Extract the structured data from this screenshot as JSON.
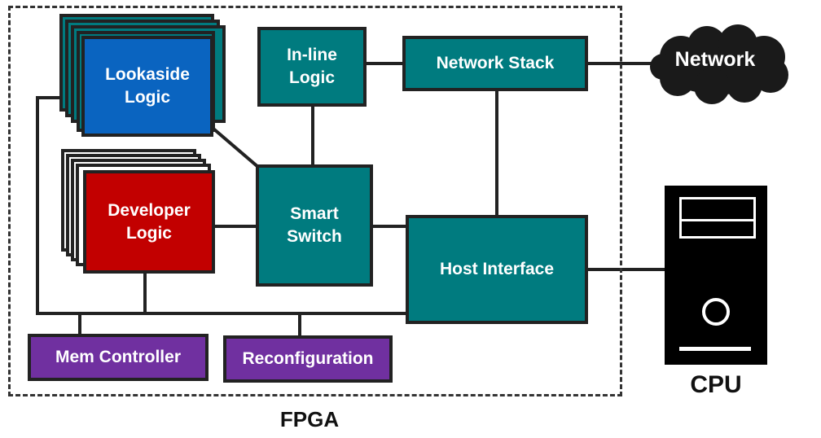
{
  "blocks": {
    "lookaside": "Lookaside\nLogic",
    "developer": "Developer\nLogic",
    "inline": "In-line\nLogic",
    "network_stack": "Network Stack",
    "smart_switch": "Smart\nSwitch",
    "host_interface": "Host Interface",
    "mem_controller": "Mem Controller",
    "reconfiguration": "Reconfiguration"
  },
  "external": {
    "network": "Network",
    "cpu": "CPU"
  },
  "region_label": "FPGA",
  "colors": {
    "teal": "#007b7f",
    "blue": "#0a64c0",
    "red": "#c20000",
    "purple": "#7030a0",
    "dark": "#222222"
  },
  "icons": {
    "network": "cloud-icon",
    "cpu": "computer-tower-icon"
  }
}
